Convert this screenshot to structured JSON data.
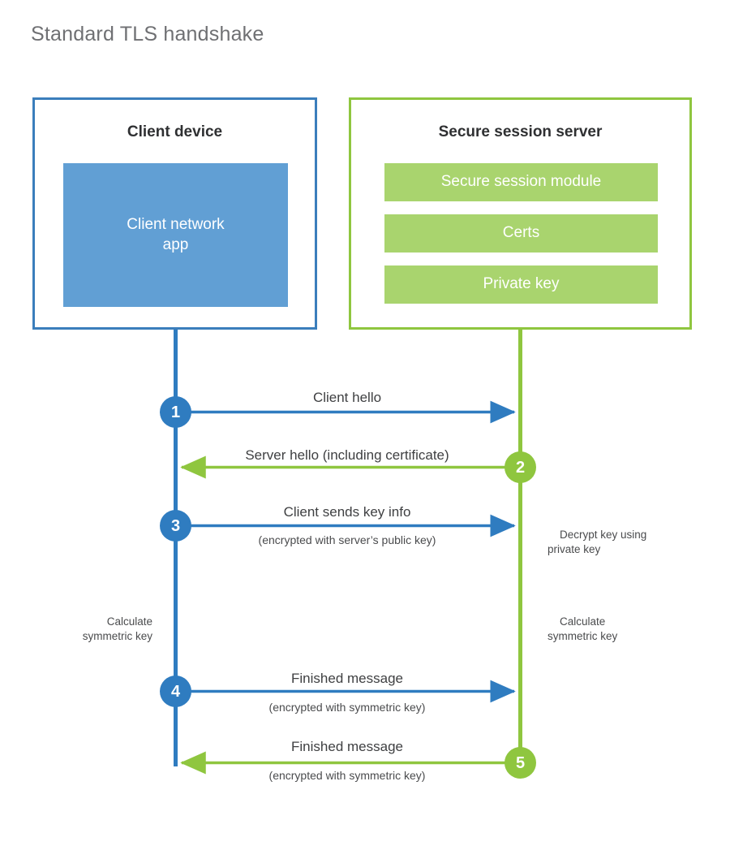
{
  "title": "Standard TLS handshake",
  "colors": {
    "client_border": "#3b7ebc",
    "client_fill": "#619fd4",
    "client_line": "#2f7cc0",
    "server_border": "#8fc63f",
    "server_fill": "#a9d46e",
    "server_line": "#8fc63f",
    "title_text": "#6f7073",
    "body_text": "#3f4042"
  },
  "client": {
    "title": "Client device",
    "app_label": "Client network\napp",
    "app_label_line1": "Client network",
    "app_label_line2": "app"
  },
  "server": {
    "title": "Secure session server",
    "blocks": [
      {
        "label": "Secure session module"
      },
      {
        "label": "Certs"
      },
      {
        "label": "Private key"
      }
    ]
  },
  "steps": [
    {
      "number": "1",
      "side": "client",
      "label": "Client hello",
      "sub": ""
    },
    {
      "number": "2",
      "side": "server",
      "label": "Server hello (including certificate)",
      "sub": ""
    },
    {
      "number": "3",
      "side": "client",
      "label": "Client sends key info",
      "sub": "(encrypted with server’s public key)"
    },
    {
      "number": "4",
      "side": "client",
      "label": "Finished message",
      "sub": "(encrypted with symmetric key)"
    },
    {
      "number": "5",
      "side": "server",
      "label": "Finished message",
      "sub": "(encrypted with symmetric key)"
    }
  ],
  "notes": {
    "decrypt_line1": "Decrypt key using",
    "decrypt_line2": "private key",
    "client_calc_line1": "Calculate",
    "client_calc_line2": "symmetric key",
    "server_calc_line1": "Calculate",
    "server_calc_line2": "symmetric key"
  }
}
